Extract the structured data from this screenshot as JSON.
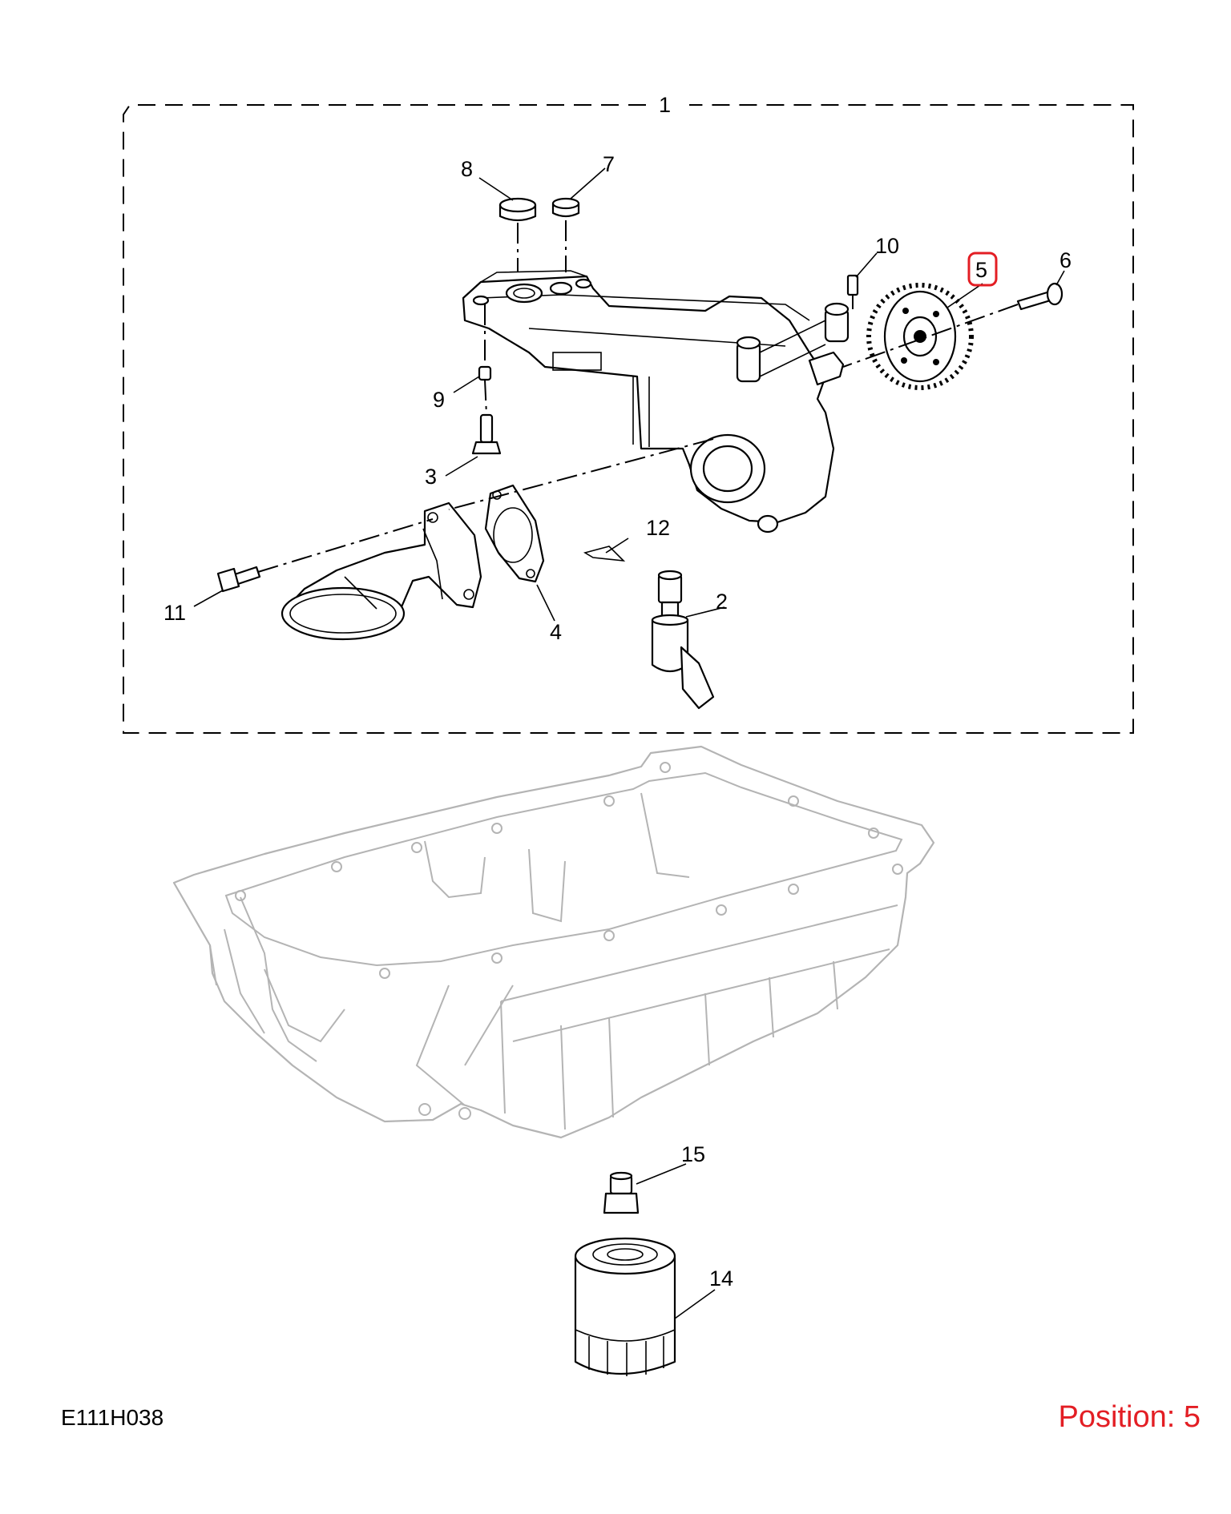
{
  "diagram_code": "E111H038",
  "position": {
    "label": "Position: 5",
    "color": "#e31e24"
  },
  "callouts": {
    "c1": "1",
    "c2": "2",
    "c3": "3",
    "c4": "4",
    "c5": "5",
    "c6": "6",
    "c7": "7",
    "c8": "8",
    "c9": "9",
    "c10": "10",
    "c11": "11",
    "c12": "12",
    "c14": "14",
    "c15": "15"
  },
  "highlight": {
    "callout": "5",
    "color": "#e31e24"
  }
}
